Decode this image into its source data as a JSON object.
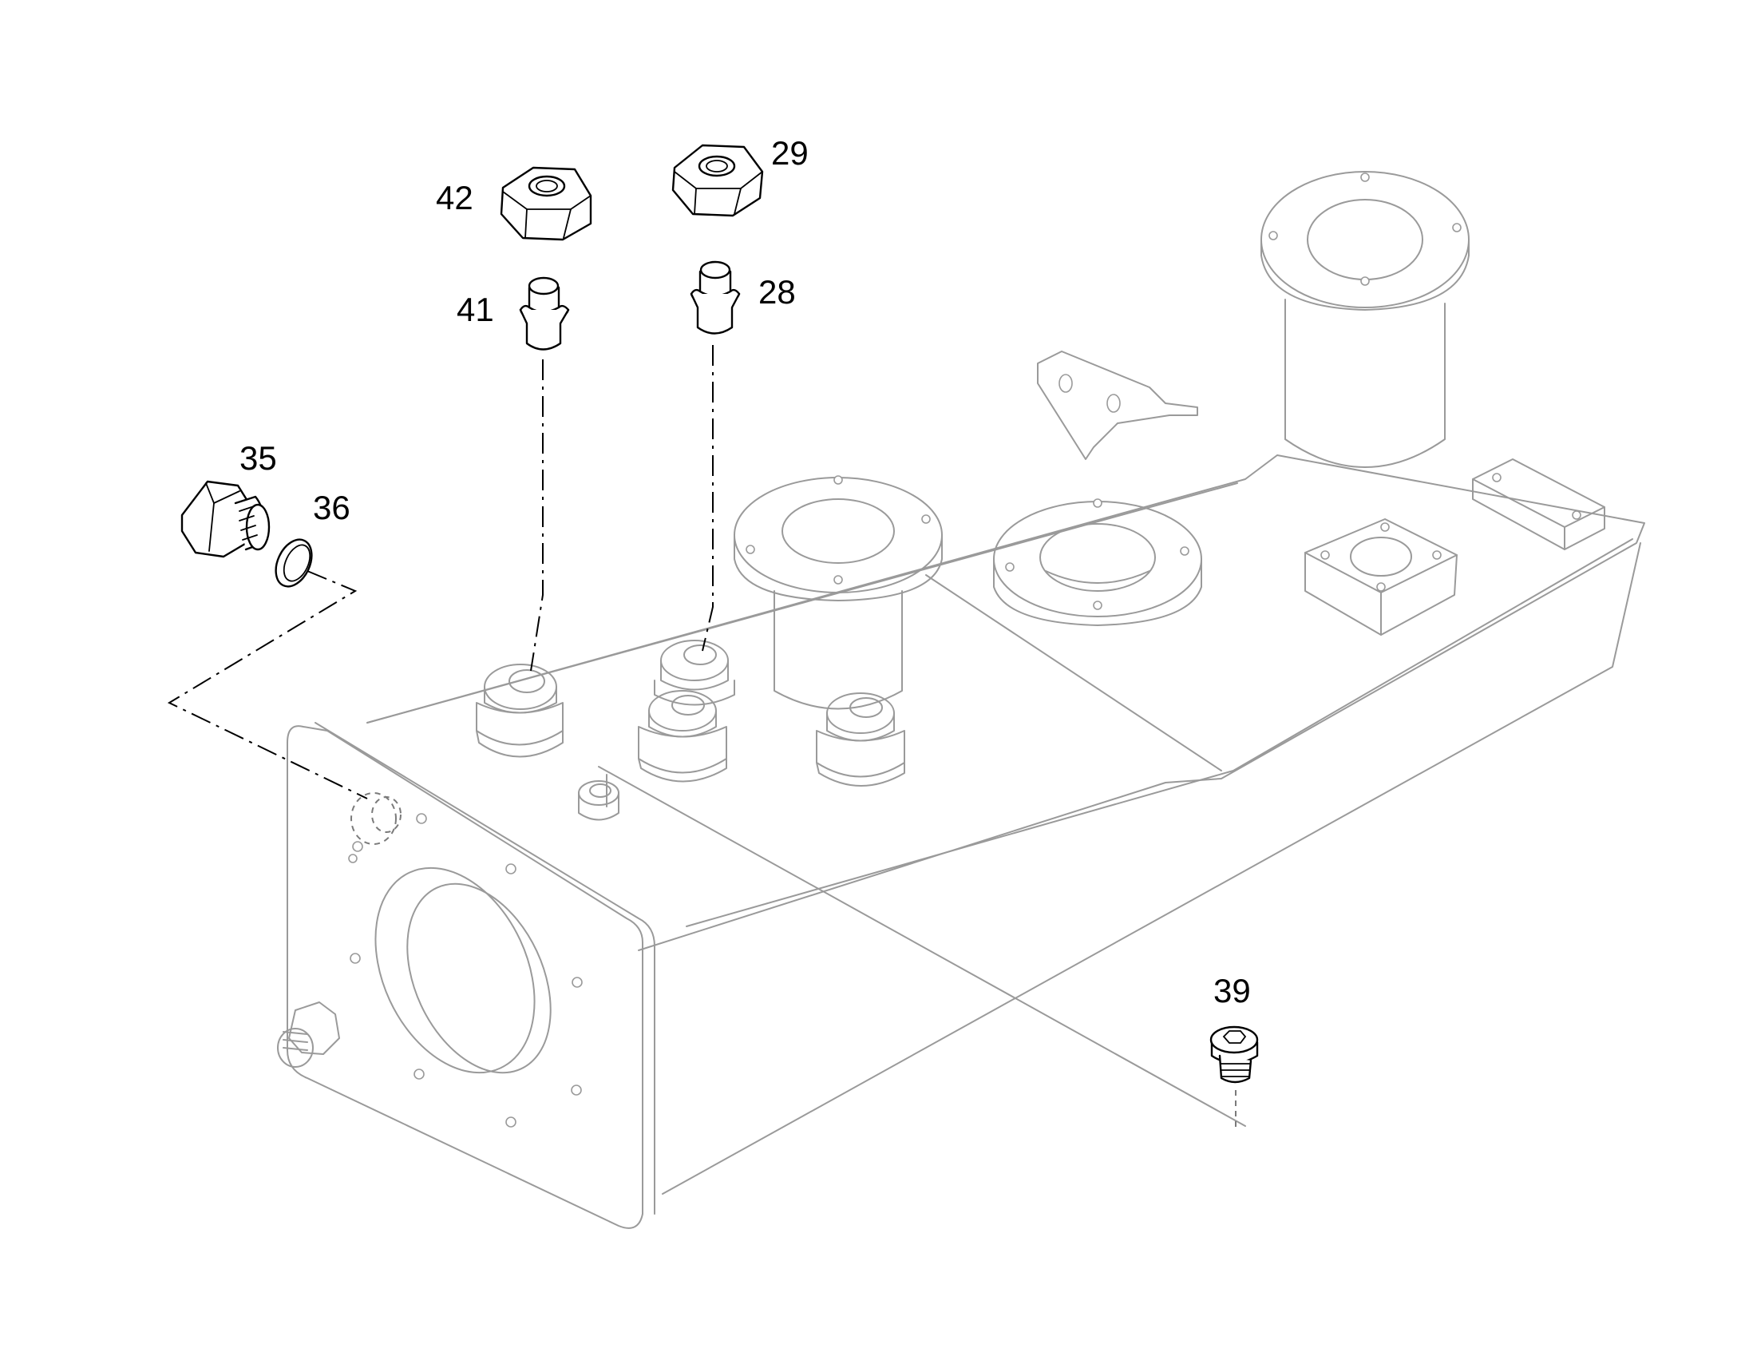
{
  "diagram": {
    "type": "exploded-parts-view",
    "callouts": [
      {
        "id": "c42",
        "label": "42"
      },
      {
        "id": "c29",
        "label": "29"
      },
      {
        "id": "c41",
        "label": "41"
      },
      {
        "id": "c28",
        "label": "28"
      },
      {
        "id": "c35",
        "label": "35"
      },
      {
        "id": "c36",
        "label": "36"
      },
      {
        "id": "c39",
        "label": "39"
      }
    ]
  }
}
